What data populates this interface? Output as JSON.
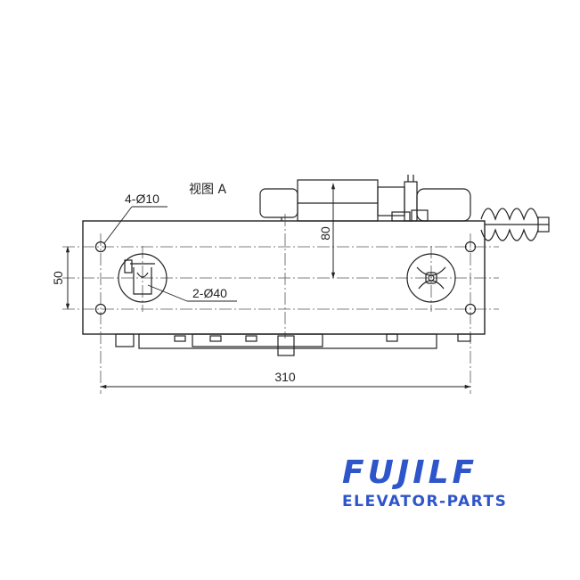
{
  "drawing": {
    "view_label": "视图 A",
    "hole_small_label": "4-Ø10",
    "hole_large_label": "2-Ø40",
    "dim_height": "80",
    "dim_width_small": "50",
    "dim_length": "310"
  },
  "brand": {
    "logo": "FUJILF",
    "subtitle": "ELEVATOR-PARTS",
    "color": "#2e55c9"
  }
}
